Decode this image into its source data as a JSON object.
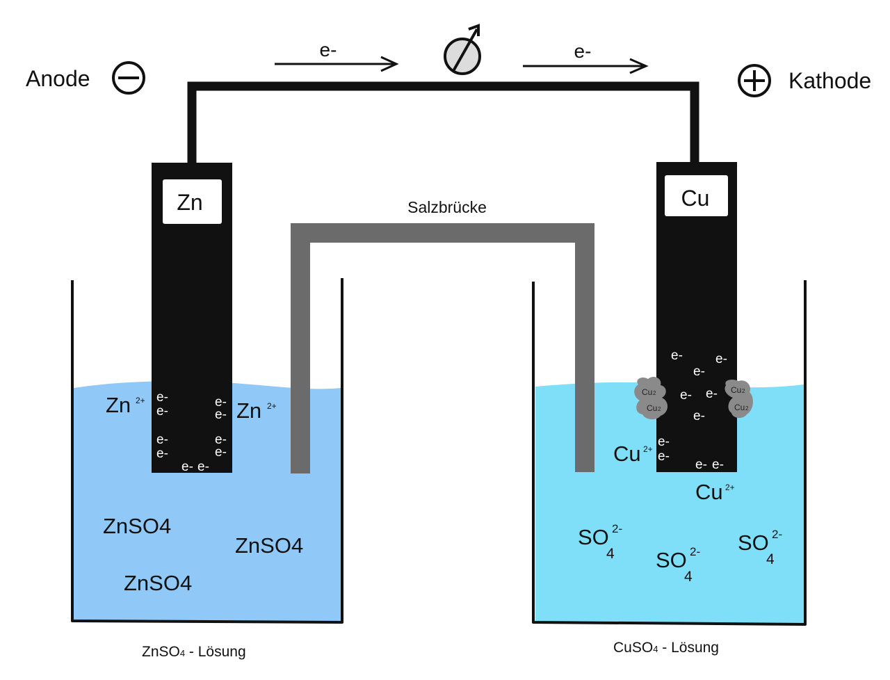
{
  "labels": {
    "anode": "Anode",
    "cathode": "Kathode",
    "electron": "e-",
    "salt_bridge": "Salzbrücke",
    "zn_electrode": "Zn",
    "cu_electrode": "Cu",
    "left_solution_pre": "ZnSO",
    "left_solution_sub": "4",
    "left_solution_post": " - Lösung",
    "right_solution_pre": "CuSO",
    "right_solution_sub": "4",
    "right_solution_post": " - Lösung"
  },
  "left_beaker": {
    "ion_symbol": "Zn",
    "ion_charge": "2+",
    "salt_formula": "ZnSO4"
  },
  "right_beaker": {
    "ion_symbol": "Cu",
    "ion_charge": "2+",
    "sulfate_symbol": "SO",
    "sulfate_charge": "2-",
    "sulfate_index": "4",
    "deposit_label": "Cu",
    "deposit_index": "2"
  },
  "colors": {
    "wire": "#111111",
    "electrode": "#111111",
    "salt_bridge": "#6b6b6b",
    "zn_solution": "#90c8f8",
    "cu_solution": "#7fdff8",
    "deposit": "#8a8a8a",
    "voltmeter": "#dcdcdc"
  },
  "icons": {
    "anode_symbol": "minus-circle-icon",
    "cathode_symbol": "plus-circle-icon",
    "voltmeter": "voltmeter-icon"
  }
}
